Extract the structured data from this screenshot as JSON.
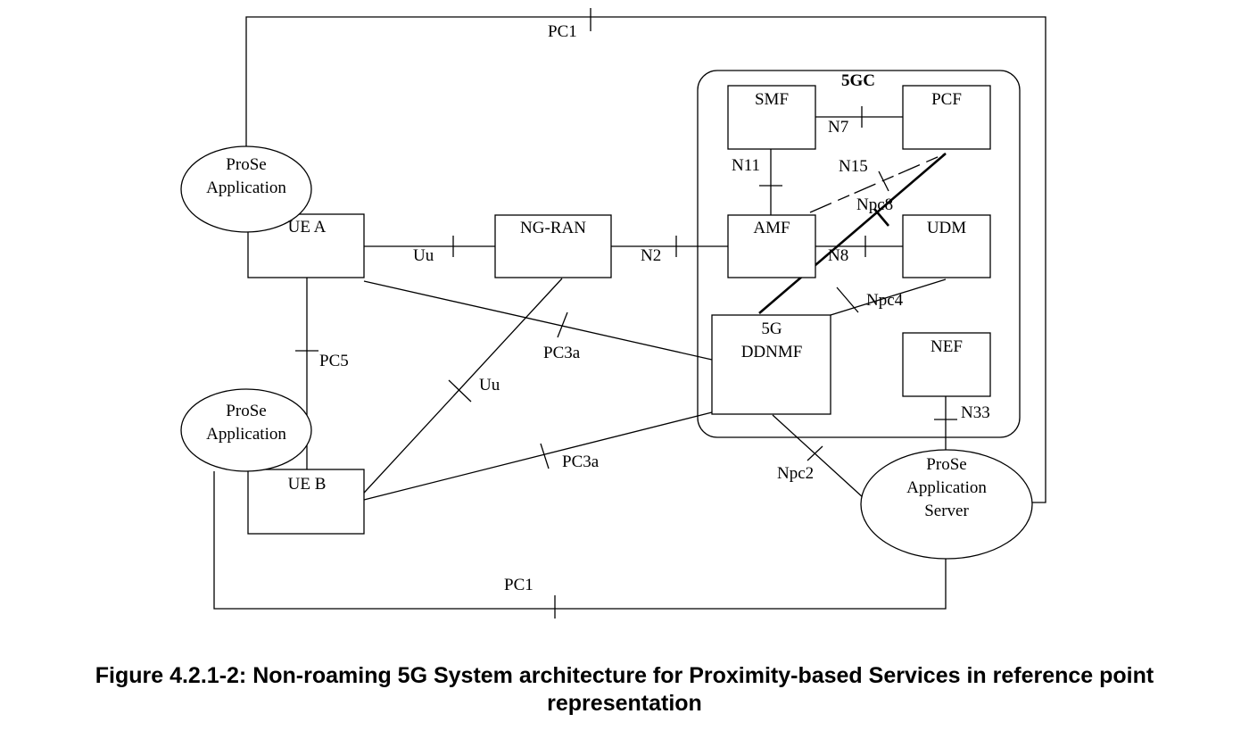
{
  "diagram": {
    "group_label": "5GC",
    "nodes": {
      "smf": "SMF",
      "pcf": "PCF",
      "amf": "AMF",
      "udm": "UDM",
      "ddnmf_line1": "5G",
      "ddnmf_line2": "DDNMF",
      "nef": "NEF",
      "ue_a": "UE A",
      "ue_b": "UE B",
      "ng_ran": "NG-RAN",
      "prose_app_a_line1": "ProSe",
      "prose_app_a_line2": "Application",
      "prose_app_b_line1": "ProSe",
      "prose_app_b_line2": "Application",
      "server_line1": "ProSe",
      "server_line2": "Application",
      "server_line3": "Server"
    },
    "interfaces": {
      "pc1_top": "PC1",
      "pc1_bottom": "PC1",
      "n7": "N7",
      "n11": "N11",
      "n15": "N15",
      "npc8": "Npc8",
      "n2": "N2",
      "n8": "N8",
      "uu_top": "Uu",
      "uu_diag": "Uu",
      "npc4": "Npc4",
      "pc3a_top": "PC3a",
      "pc3a_bottom": "PC3a",
      "pc5": "PC5",
      "n33": "N33",
      "npc2": "Npc2"
    }
  },
  "caption": {
    "line1": "Figure 4.2.1-2: Non-roaming 5G System architecture for Proximity-based Services in reference point",
    "line2": "representation"
  }
}
